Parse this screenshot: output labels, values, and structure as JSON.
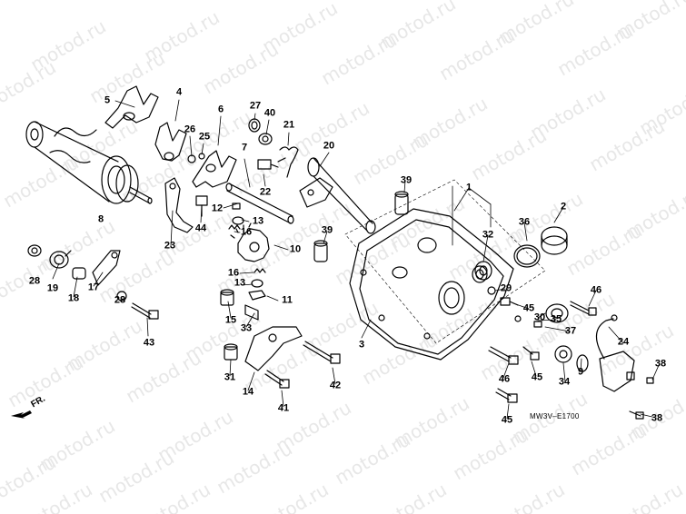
{
  "watermark_text": "motod.ru",
  "diagram_code": "MW3V–E1700",
  "direction_label": "FR.",
  "callouts": [
    {
      "id": "shift-drum",
      "label": "8"
    },
    {
      "id": "fork-left",
      "label": "5"
    },
    {
      "id": "fork-center",
      "label": "4"
    },
    {
      "id": "fork-right",
      "label": "6"
    },
    {
      "id": "washer-26",
      "label": "26"
    },
    {
      "id": "pin-25",
      "label": "25"
    },
    {
      "id": "clip-27",
      "label": "27"
    },
    {
      "id": "oring-40",
      "label": "40"
    },
    {
      "id": "spring-21",
      "label": "21"
    },
    {
      "id": "pin-22",
      "label": "22"
    },
    {
      "id": "shaft-20",
      "label": "20"
    },
    {
      "id": "rod-7",
      "label": "7"
    },
    {
      "id": "bolt-12",
      "label": "12"
    },
    {
      "id": "bolt-44",
      "label": "44"
    },
    {
      "id": "pin-13-top",
      "label": "13"
    },
    {
      "id": "spring-16-top",
      "label": "16"
    },
    {
      "id": "gear-10",
      "label": "10"
    },
    {
      "id": "spring-16-bottom",
      "label": "16"
    },
    {
      "id": "pin-13-bottom",
      "label": "13"
    },
    {
      "id": "plate-11",
      "label": "11"
    },
    {
      "id": "cover-23",
      "label": "23"
    },
    {
      "id": "dowel-39-top",
      "label": "39"
    },
    {
      "id": "dowel-39-mid",
      "label": "39"
    },
    {
      "id": "label-1",
      "label": "1"
    },
    {
      "id": "cap-2",
      "label": "2"
    },
    {
      "id": "oring-36",
      "label": "36"
    },
    {
      "id": "bearing-32",
      "label": "32"
    },
    {
      "id": "washer-29",
      "label": "29"
    },
    {
      "id": "bolt-45-a",
      "label": "45"
    },
    {
      "id": "seal-30",
      "label": "30"
    },
    {
      "id": "washer-35",
      "label": "35"
    },
    {
      "id": "bolt-46-right",
      "label": "46"
    },
    {
      "id": "bolt-37",
      "label": "37"
    },
    {
      "id": "sensor-24",
      "label": "24"
    },
    {
      "id": "case-3",
      "label": "3"
    },
    {
      "id": "washer-28-left",
      "label": "28"
    },
    {
      "id": "spring-19",
      "label": "19"
    },
    {
      "id": "collar-18",
      "label": "18"
    },
    {
      "id": "arm-17",
      "label": "17"
    },
    {
      "id": "washer-28-mid",
      "label": "28"
    },
    {
      "id": "bolt-43",
      "label": "43"
    },
    {
      "id": "collar-15",
      "label": "15"
    },
    {
      "id": "collar-33",
      "label": "33"
    },
    {
      "id": "bracket-14",
      "label": "14"
    },
    {
      "id": "collar-31",
      "label": "31"
    },
    {
      "id": "bolt-41",
      "label": "41"
    },
    {
      "id": "bolt-42",
      "label": "42"
    },
    {
      "id": "bolt-46-lower",
      "label": "46"
    },
    {
      "id": "bolt-45-b",
      "label": "45"
    },
    {
      "id": "bolt-45-c",
      "label": "45"
    },
    {
      "id": "seal-34",
      "label": "34"
    },
    {
      "id": "oring-9",
      "label": "9"
    },
    {
      "id": "screw-38-a",
      "label": "38"
    },
    {
      "id": "screw-38-b",
      "label": "38"
    }
  ]
}
